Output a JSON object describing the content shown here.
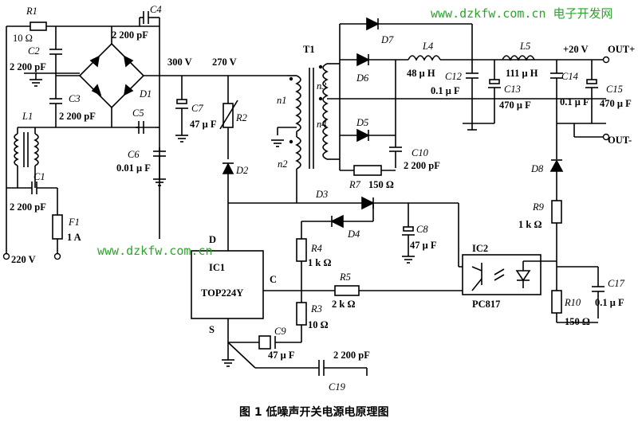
{
  "watermark_top": "www.dzkfw.com.cn 电子开发网",
  "watermark_mid": "www.dzkfw.com.cn",
  "caption": "图 1   低噪声开关电源电原理图",
  "labels": {
    "R1": "R1",
    "R1_val": "10  Ω",
    "C4": "C4",
    "C2": "C2",
    "C2_val": "2 200 pF",
    "C4_val": "2 200 pF",
    "D1": "D1",
    "C3": "C3",
    "C3_val": "2 200 pF",
    "C5": "C5",
    "C6": "C6",
    "C6_val": "0.01  μ F",
    "L1": "L1",
    "C1": "C1",
    "C1_val": "2 200 pF",
    "F1": "F1",
    "F1_val": "1 A",
    "ac_in": "220 V",
    "v300": "300 V",
    "v270": "270 V",
    "C7": "C7",
    "C7_val": "47 μ F",
    "R2": "R2",
    "D2": "D2",
    "T1": "T1",
    "n1": "n1",
    "n2": "n2",
    "n3": "n3",
    "n4": "n4",
    "D7": "D7",
    "D6": "D6",
    "D5": "D5",
    "L4": "L4",
    "L4_val": "48  μ H",
    "L5": "L5",
    "L5_val": "111  μ H",
    "C12": "C12",
    "C12_val": "0.1  μ F",
    "C13": "C13",
    "C13_val": "470  μ F",
    "C14": "C14",
    "C14_val": "0.1 μ F",
    "C15": "C15",
    "C15_val": "470 μ F",
    "v20": "+20 V",
    "out_plus": "OUT+",
    "out_minus": "OUT-",
    "C10": "C10",
    "C10_val": "2 200 pF",
    "R7": "R7",
    "R7_val": "150  Ω",
    "D8": "D8",
    "R9": "R9",
    "R9_val": "1 k Ω",
    "D3": "D3",
    "D4": "D4",
    "R4": "R4",
    "R4_val": "1 k Ω",
    "C8": "C8",
    "C8_val": "47 μ F",
    "R5": "R5",
    "R5_val": "2 k Ω",
    "R3": "R3",
    "R3_val": "10  Ω",
    "C9": "C9",
    "C9_val": "47  μ F",
    "C19": "C19",
    "C19_val": "2 200 pF",
    "ic1": "IC1",
    "ic1_part": "TOP224Y",
    "pin_d": "D",
    "pin_c": "C",
    "pin_s": "S",
    "ic2": "IC2",
    "ic2_part": "PC817",
    "R10": "R10",
    "R10_val": "150  Ω",
    "C17": "C17",
    "C17_val": "0.1 μ F"
  }
}
